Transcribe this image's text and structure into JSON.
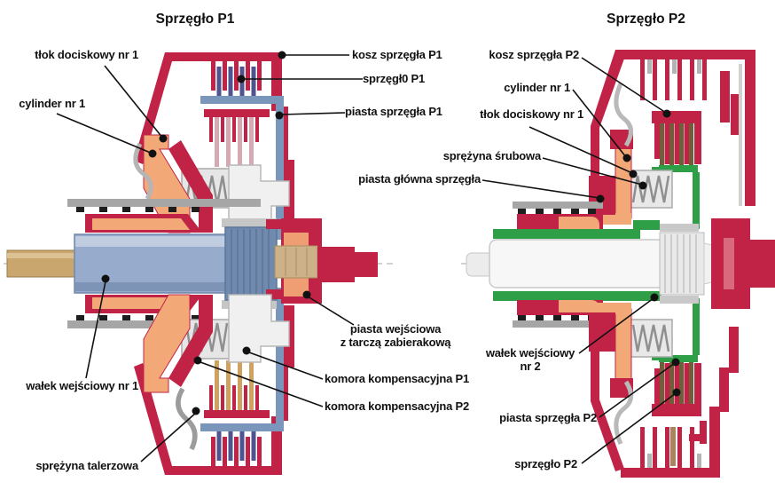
{
  "diagram": {
    "left": {
      "title": "Sprzęgło P1",
      "labels": {
        "tlok_dociskowy": "tłok dociskowy nr 1",
        "cylinder": "cylinder nr 1",
        "kosz": "kosz sprzęgła P1",
        "sprzeglo": "sprzęgł0 P1",
        "piasta_sprzegla": "piasta sprzęgła P1",
        "piasta_wejsciowa_line1": "piasta wejściowa",
        "piasta_wejsciowa_line2": "z tarczą zabierakową",
        "komora_p1": "komora kompensacyjna P1",
        "komora_p2": "komora kompensacyjna P2",
        "walek": "wałek wejściowy nr 1",
        "sprezyna_talerzowa": "sprężyna talerzowa"
      }
    },
    "right": {
      "title": "Sprzęgło P2",
      "labels": {
        "kosz": "kosz sprzęgła P2",
        "cylinder": "cylinder nr 1",
        "tlok_dociskowy": "tłok dociskowy nr 1",
        "sprezyna_srubowa": "sprężyna śrubowa",
        "piasta_glowna": "piasta główna sprzęgła",
        "walek_line1": "wałek wejściowy",
        "walek_line2": "nr 2",
        "piasta_sprzegla": "piasta sprzęgła P2",
        "sprzeglo": "sprzęgło P2"
      }
    },
    "colors": {
      "housing_red": "#c12347",
      "clutch_violet": "#4f5490",
      "hub_blue": "#7b96bb",
      "shaft_blue": "#97accc",
      "piston_orange": "#f2a977",
      "shaft_tan": "#c9a66e",
      "plate_pink": "#d6a8b2",
      "plate_tan": "#d0a260",
      "plate_olive": "#6e5f3a",
      "hub_green": "#2f9f47",
      "leader_black": "#111111"
    }
  }
}
